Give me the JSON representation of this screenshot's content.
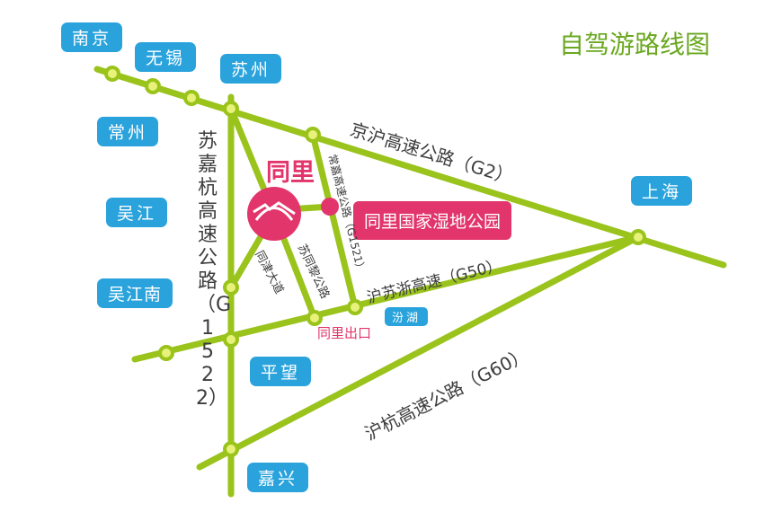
{
  "title": "自驾游路线图",
  "cities": {
    "nanjing": "南京",
    "wuxi": "无锡",
    "suzhou": "苏州",
    "changzhou": "常州",
    "wujiang": "吴江",
    "wujiangnan": "吴江南",
    "pingwang": "平望",
    "jiaxing": "嘉兴",
    "shanghai": "上海",
    "fenhu": "汾湖"
  },
  "roads": {
    "g2": "京沪高速公路（G2）",
    "g50": "沪苏浙高速（G50）",
    "g60": "沪杭高速公路（G60）",
    "g1522": "苏嘉杭高速公路（G1522）",
    "g1521": "常嘉高速公路（G1521）",
    "tongjin": "同津大道",
    "sutongli": "苏同黎公路"
  },
  "destination": {
    "name": "同里",
    "wetland": "同里国家湿地公园",
    "exit": "同里出口"
  },
  "colors": {
    "road": "#9ac31c",
    "node": "#e8f27a",
    "pink": "#e2356b",
    "callout": "#2aa3dc"
  }
}
